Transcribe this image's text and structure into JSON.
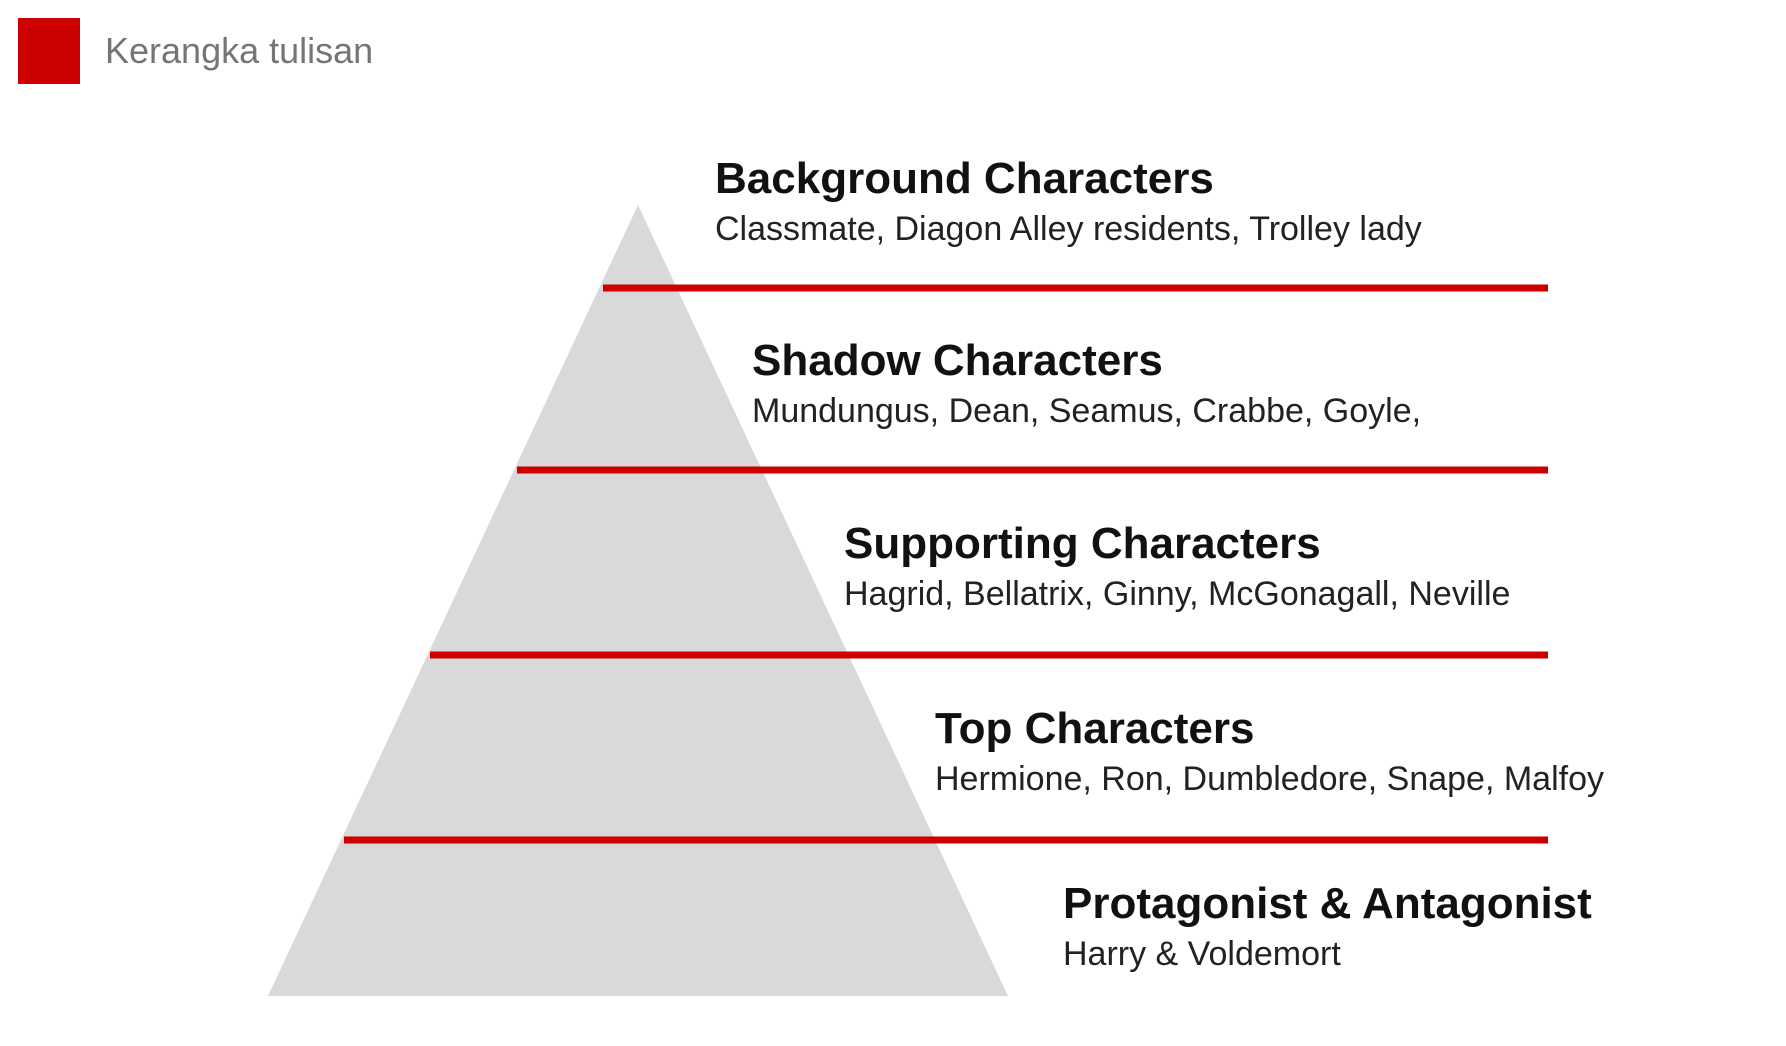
{
  "header": {
    "title": "Kerangka tulisan"
  },
  "colors": {
    "accent": "#cc0000",
    "pyramid_fill": "#d9d9d9",
    "heading_text": "#111111",
    "body_text": "#222222",
    "header_text": "#757575"
  },
  "tiers": [
    {
      "heading": "Background Characters",
      "members": "Classmate, Diagon Alley residents, Trolley lady"
    },
    {
      "heading": "Shadow Characters",
      "members": "Mundungus, Dean, Seamus, Crabbe, Goyle,"
    },
    {
      "heading": "Supporting Characters",
      "members": "Hagrid, Bellatrix, Ginny, McGonagall, Neville"
    },
    {
      "heading": "Top Characters",
      "members": "Hermione, Ron, Dumbledore, Snape, Malfoy"
    },
    {
      "heading": "Protagonist & Antagonist",
      "members": "Harry & Voldemort"
    }
  ]
}
